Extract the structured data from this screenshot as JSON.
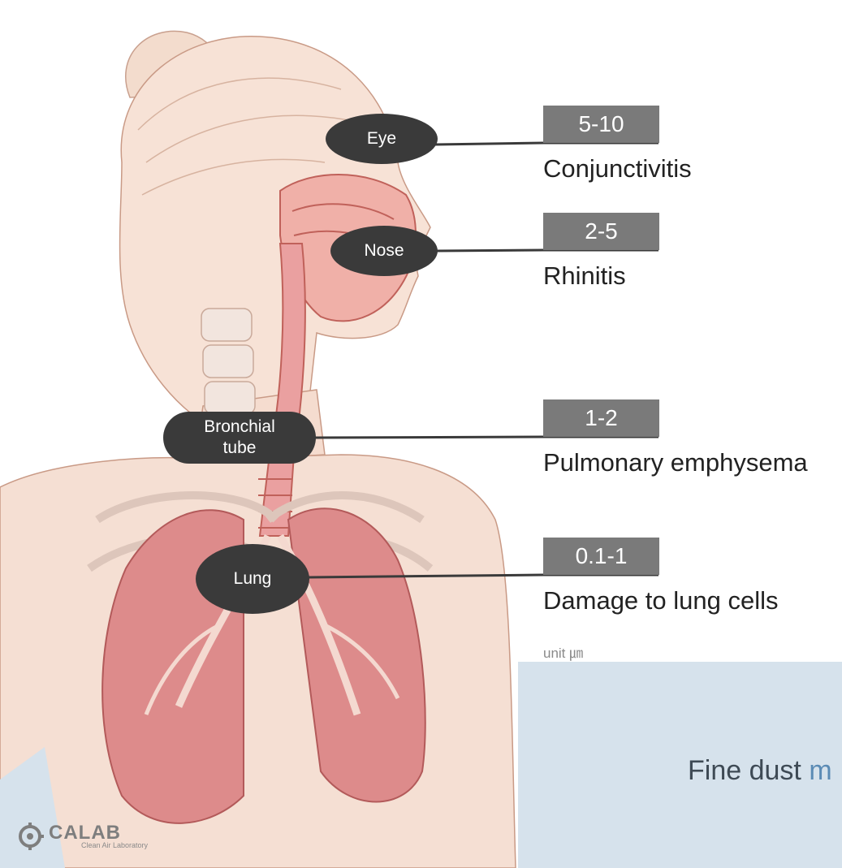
{
  "organs": [
    {
      "label": "Eye",
      "range": "5-10",
      "disease": "Conjunctivitis"
    },
    {
      "label": "Nose",
      "range": "2-5",
      "disease": "Rhinitis"
    },
    {
      "label": "Bronchial\ntube",
      "range": "1-2",
      "disease": "Pulmonary emphysema"
    },
    {
      "label": "Lung",
      "range": "0.1-1",
      "disease": "Damage to lung cells"
    }
  ],
  "unit_label": "unit ㎛",
  "footer": {
    "text_main": "Fine dust ",
    "text_accent": "m"
  },
  "logo": {
    "name": "CALAB",
    "subtitle": "Clean Air Laboratory"
  },
  "colors": {
    "pill": "#3a3a3a",
    "badge": "#7a7a7a",
    "panel": "#d6e2ec",
    "accent": "#5b8bb5",
    "skin": "#f7e2d6",
    "lung": "#dd8b8b"
  }
}
